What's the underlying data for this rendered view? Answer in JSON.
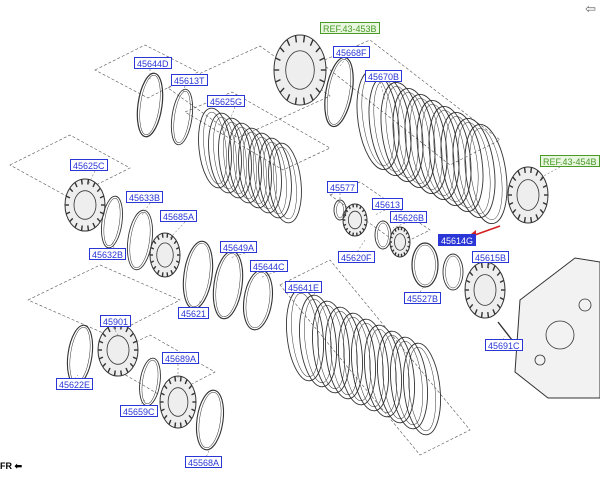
{
  "toolbar": {
    "back_icon": "arrow-left-icon",
    "back_glyph": "⇦"
  },
  "orientation": {
    "label": "FR",
    "icon": "arrow-icon"
  },
  "colors": {
    "label": "#2a36d6",
    "ref": "#4a9a2a",
    "highlight": "#d42020",
    "line": "#333333"
  },
  "labels": [
    {
      "id": "ref-43-453b",
      "text": "REF.43-453B",
      "ref": true
    },
    {
      "id": "45668f",
      "text": "45668F"
    },
    {
      "id": "45670b",
      "text": "45670B"
    },
    {
      "id": "45644d",
      "text": "45644D"
    },
    {
      "id": "45613t",
      "text": "45613T"
    },
    {
      "id": "45625g",
      "text": "45625G"
    },
    {
      "id": "ref-43-454b",
      "text": "REF.43-454B",
      "ref": true
    },
    {
      "id": "45625c",
      "text": "45625C"
    },
    {
      "id": "45633b",
      "text": "45633B"
    },
    {
      "id": "45685a",
      "text": "45685A"
    },
    {
      "id": "45632b",
      "text": "45632B"
    },
    {
      "id": "45649a",
      "text": "45649A"
    },
    {
      "id": "45644c",
      "text": "45644C"
    },
    {
      "id": "45577",
      "text": "45577"
    },
    {
      "id": "45613",
      "text": "45613"
    },
    {
      "id": "45626b",
      "text": "45626B"
    },
    {
      "id": "45620f",
      "text": "45620F"
    },
    {
      "id": "45614g",
      "text": "45614G",
      "selected": true
    },
    {
      "id": "45615b",
      "text": "45615B"
    },
    {
      "id": "45527b",
      "text": "45527B"
    },
    {
      "id": "45621",
      "text": "45621"
    },
    {
      "id": "45641e",
      "text": "45641E"
    },
    {
      "id": "45691c",
      "text": "45691C"
    },
    {
      "id": "45901",
      "text": "45901"
    },
    {
      "id": "45622e",
      "text": "45622E"
    },
    {
      "id": "45689a",
      "text": "45689A"
    },
    {
      "id": "45659c",
      "text": "45659C"
    },
    {
      "id": "45568a",
      "text": "45568A"
    }
  ]
}
